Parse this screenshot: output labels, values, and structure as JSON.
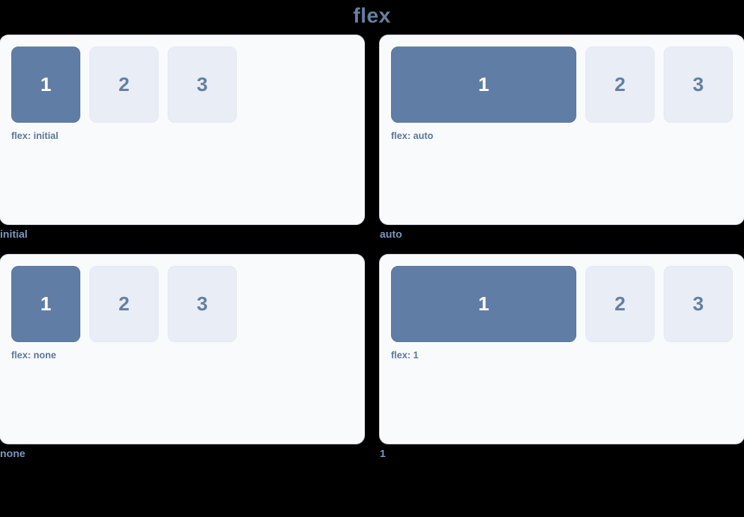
{
  "page": {
    "title": "flex",
    "background_color": "#000000"
  },
  "theme": {
    "title_color": "#64809f",
    "card_background": "#f9fafc",
    "primary_box_color": "#607da5",
    "primary_box_text_color": "#ffffff",
    "plain_box_color": "#e8edf6",
    "plain_box_text_color": "#64809f",
    "caption_color": "#5b7699",
    "label_color": "#7b96bd"
  },
  "demos": [
    {
      "label": "initial",
      "caption": "flex: initial",
      "flex_value": "initial",
      "boxes": [
        {
          "number": "1",
          "style": "primary"
        },
        {
          "number": "2",
          "style": "plain"
        },
        {
          "number": "3",
          "style": "plain"
        }
      ]
    },
    {
      "label": "auto",
      "caption": "flex: auto",
      "flex_value": "auto",
      "boxes": [
        {
          "number": "1",
          "style": "primary"
        },
        {
          "number": "2",
          "style": "plain"
        },
        {
          "number": "3",
          "style": "plain"
        }
      ]
    },
    {
      "label": "none",
      "caption": "flex: none",
      "flex_value": "none",
      "boxes": [
        {
          "number": "1",
          "style": "primary"
        },
        {
          "number": "2",
          "style": "plain"
        },
        {
          "number": "3",
          "style": "plain"
        }
      ]
    },
    {
      "label": "1",
      "caption": "flex: 1",
      "flex_value": "1",
      "boxes": [
        {
          "number": "1",
          "style": "primary"
        },
        {
          "number": "2",
          "style": "plain"
        },
        {
          "number": "3",
          "style": "plain"
        }
      ]
    }
  ]
}
